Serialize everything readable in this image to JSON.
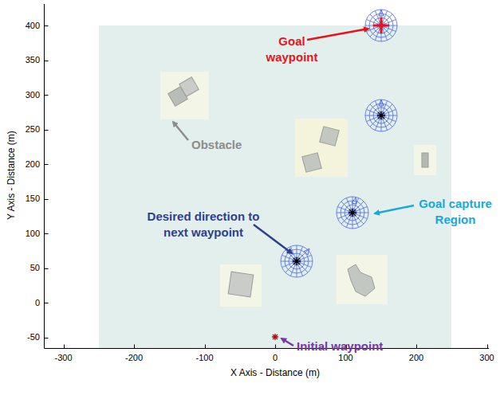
{
  "diagram": {
    "labels": [
      "Goal waypoint",
      "Obstacle",
      "Desired direction to next waypoint",
      "Goal capture Region",
      "Initial waypoint",
      "Y Axis - Distance (m)",
      "X Axis - Distance (m)",
      "400",
      "350",
      "300",
      "250",
      "200",
      "150",
      "100",
      "50",
      "0",
      "-50",
      "-300",
      "-200",
      "-100",
      "0",
      "100",
      "200",
      "300"
    ]
  }
}
